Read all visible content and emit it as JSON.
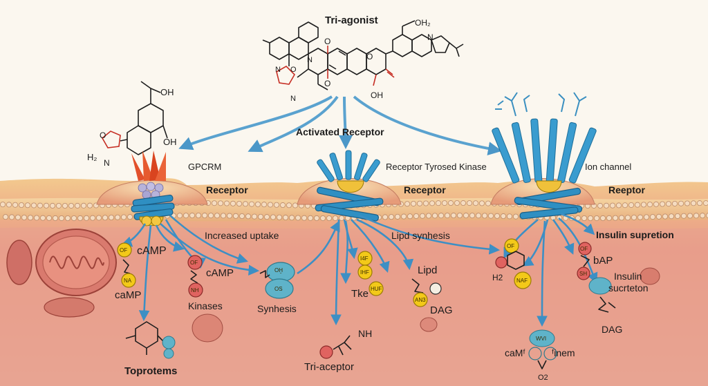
{
  "title": "Tri-agonist",
  "labels": {
    "activated_receptor": "Activated Receptor",
    "gpcrm": "GPCRM",
    "receptor_tyrosed_kinase": "Receptor Tyrosed Kinase",
    "ion_channel": "Ion channel",
    "receptor_1": "Receptor",
    "receptor_2": "Receptor",
    "receptor_3": "Reeptor",
    "increased_uptake": "Increased uptake",
    "lipd_synhesis": "Lipd synhesis",
    "insulin_supretion": "Insulin supretion",
    "camp_1": "cAMP",
    "camp_2": "caMP",
    "camp_3": "cAMP",
    "kinases": "Kinases",
    "synhesis": "Synhesis",
    "tke": "Tke",
    "lipd": "Lipd",
    "dag_1": "DAG",
    "bap": "bAP",
    "insulin_sucrteton_1": "Insulin",
    "insulin_sucrteton_2": "sucrteton",
    "dag_2": "DAG",
    "nh": "NH",
    "tri_aceptor": "Tri-aceptor",
    "toprotems": "Toprotems",
    "camf": "caMᶠ",
    "hnem": "ᶠinem",
    "o2": "O2"
  },
  "atoms": {
    "oh_top_left": "OH",
    "oh_left_ring": "OH",
    "h2_left": "H₂",
    "n_left": "N",
    "o_left": "O",
    "oh2_top_right": "OH₂",
    "n_right": "N",
    "oh_center": "OH",
    "o_center_top": "O",
    "o_center_bottom": "O",
    "o_ring": "O",
    "n_center_left": "N",
    "n_top_ring": "N",
    "n_small": "N",
    "o_small_left": "O"
  },
  "nodes": {
    "of_1": "OF",
    "na": "NA",
    "of_2": "OF",
    "nh_small": "NH",
    "synh_top": "OH̱",
    "synh_bottom": "OS",
    "i4f": "I4F",
    "ihf": "IHF",
    "huf": "HUF",
    "an3": "AN3",
    "of_3": "OF",
    "h2": "H2",
    "naf": "NAF",
    "of_4": "OF",
    "sh": "SH",
    "wvi": "WVI"
  },
  "colors": {
    "membrane_top": "#f2c98e",
    "membrane_bottom": "#dc8a78",
    "cytoplasm": "#f1bcae",
    "arrow": "#3d8fc4",
    "receptor_blue": "#2f8fc2",
    "red_spikes": "#e2502b",
    "yellow_node": "#f3c919"
  }
}
